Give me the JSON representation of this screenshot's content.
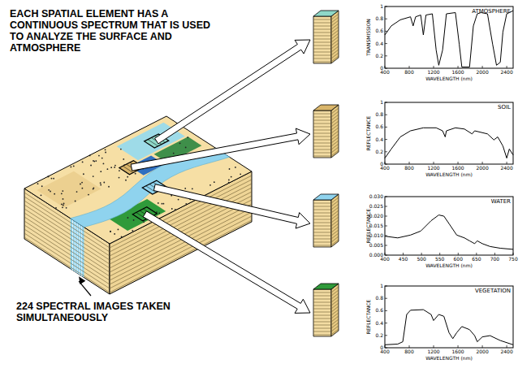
{
  "diagram": {
    "title": "EACH SPATIAL ELEMENT HAS A CONTINUOUS SPECTRUM THAT IS USED TO ANALYZE THE SURFACE AND ATMOSPHERE",
    "labels": [
      "224 SPECTRAL IMAGES TAKEN SIMULTANEOUSLY",
      "ATMOSPHERE",
      "TRANSMISSION",
      "1",
      "0.8",
      "0.6",
      "0.4",
      "0.2",
      "0",
      "400",
      "800",
      "1200",
      "1600",
      "2000",
      "2400",
      "WAVELENGTH (nm)",
      "SOIL",
      "REFLECTANCE",
      "1",
      "0.8",
      "0.6",
      "0.4",
      "0.2",
      "0",
      "400",
      "800",
      "1200",
      "1600",
      "2000",
      "2400",
      "WAVELENGTH (nm)",
      "WATER",
      "REFLECTANCE",
      "0.030",
      "0.025",
      "0.020",
      "0.015",
      "0.010",
      "0.005",
      "0.000",
      "400",
      "450",
      "500",
      "550",
      "600",
      "650",
      "700",
      "750",
      "WAVELENGTH (nm)",
      "VEGETATION",
      "REFLECTANCE",
      "1",
      "0.8",
      "0.6",
      "0.4",
      "0.2",
      "0",
      "400",
      "800",
      "1200",
      "1600",
      "2000",
      "2400",
      "WAVELENGTH (nm)"
    ]
  }
}
